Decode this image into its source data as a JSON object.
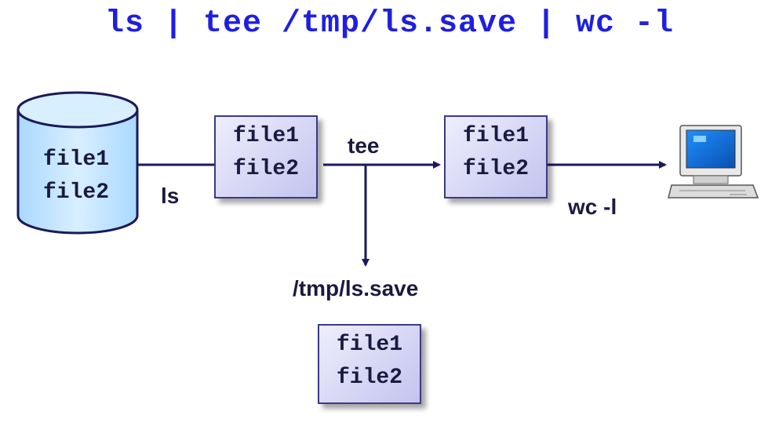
{
  "title": "ls | tee /tmp/ls.save | wc -l",
  "disk": {
    "lines": [
      "file1",
      "file2"
    ]
  },
  "boxes": {
    "ls_output": [
      "file1",
      "file2"
    ],
    "tee_output": [
      "file1",
      "file2"
    ],
    "saved_file": [
      "file1",
      "file2"
    ]
  },
  "labels": {
    "ls": "ls",
    "tee": "tee",
    "wc": "wc -l",
    "save_path": "/tmp/ls.save"
  },
  "colors": {
    "title": "#1f1fe0",
    "arrow": "#1a1a5a",
    "box_border": "#3a3a8a",
    "box_fill": "#c3c3ef",
    "disk_fill": "#bfe4ff"
  },
  "icons": {
    "storage": "disk-cylinder-icon",
    "terminal": "computer-terminal-icon"
  }
}
